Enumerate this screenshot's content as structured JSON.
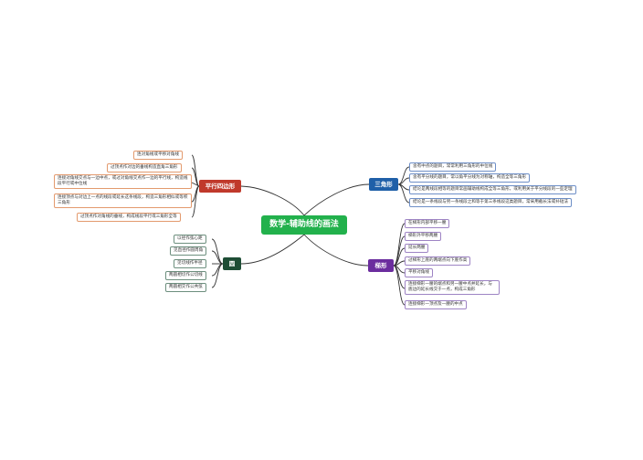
{
  "center": "数学-辅助线的画法",
  "branches": {
    "parallelogram": {
      "label": "平行四边形",
      "items": [
        "连对角线或平移对角线",
        "过顶点作对边的垂线构造直角三角形",
        "连接对角线交点与一边中点，或过对角线交点作一边的平行线，构造线段平行或中位线",
        "连接顶点与对边上一点的线段或延长这条线段，构造三角形相似或等积三角形",
        "过顶点作对角线的垂线，构成线段平行或三角形全等"
      ]
    },
    "triangle": {
      "label": "三角形",
      "items": [
        "含有中点的题目，常常利用三角形的中位线",
        "含有平分线的题目，常以角平分线为对称轴，构造全等三角形",
        "结论是两线段相等的题目常画辅助线构成全等三角形，或利用关于平分线段的一些定理",
        "结论是一条线段与另一条线段之和等于第三条线段这类题目，常采用截长法或补短法"
      ]
    },
    "trapezoid": {
      "label": "梯形",
      "items": [
        "在梯形内部平移一腰",
        "梯形外平移两腰",
        "延长两腰",
        "过梯形上底的两端点向下底作高",
        "平移对角线",
        "连接梯形一腰的端点和另一腰中点并延长，与底边的延长线交于一点，构成三角形",
        "连接梯形一顶点及一腰的中点"
      ]
    },
    "circle": {
      "label": "圆",
      "items": [
        "以径作弦心距",
        "见直径作圆周角",
        "见切线作半径",
        "两圆相切作公切线",
        "两圆相交作公共弦"
      ]
    }
  },
  "colors": {
    "center": "#22b14c",
    "parallelogram": "#c0392b",
    "triangle": "#1f5fa8",
    "trapezoid": "#6b2d9e",
    "circle": "#1e4d35",
    "line": "#333333"
  }
}
